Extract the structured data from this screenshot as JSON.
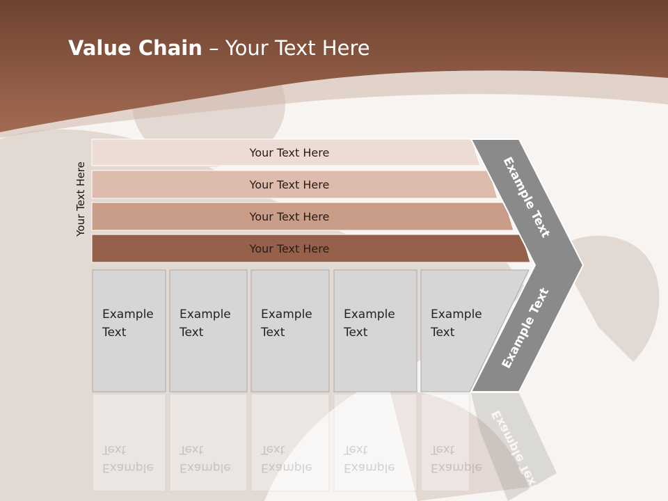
{
  "title": {
    "bold": "Value Chain",
    "rest": " – Your Text Here"
  },
  "side_label": "Your Text Here",
  "bars": [
    {
      "label": "Your Text Here",
      "color": "#ecdcd4"
    },
    {
      "label": "Your Text Here",
      "color": "#ddbcae"
    },
    {
      "label": "Your Text Here",
      "color": "#c99d88"
    },
    {
      "label": "Your Text Here",
      "color": "#96614a"
    }
  ],
  "boxes": [
    {
      "line1": "Example",
      "line2": "Text"
    },
    {
      "line1": "Example",
      "line2": "Text"
    },
    {
      "line1": "Example",
      "line2": "Text"
    },
    {
      "line1": "Example",
      "line2": "Text"
    },
    {
      "line1": "Example",
      "line2": "Text"
    }
  ],
  "chevron": {
    "upper_label": "Example Text",
    "lower_label": "Example Text",
    "color": "#8a8a8a"
  },
  "colors": {
    "header": "#8c5640",
    "box_fill": "#d6d6d6"
  }
}
